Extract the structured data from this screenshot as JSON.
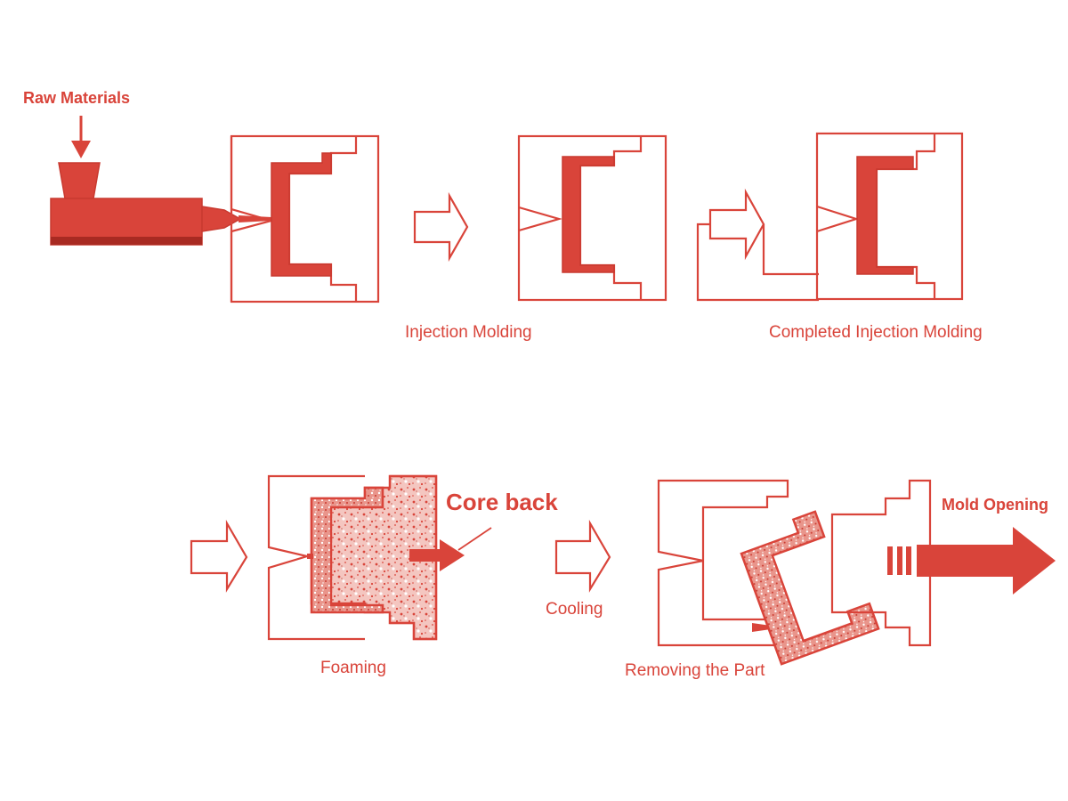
{
  "labels": {
    "raw_materials": "Raw Materials",
    "injection_molding": "Injection Molding",
    "completed_injection_molding": "Completed Injection Molding",
    "core_back": "Core back",
    "foaming": "Foaming",
    "cooling": "Cooling",
    "removing_the_part": "Removing the Part",
    "mold_opening": "Mold Opening"
  },
  "colors": {
    "accent": "#d9443a",
    "foam_fill": "#f3c2bc",
    "background": "#ffffff"
  }
}
